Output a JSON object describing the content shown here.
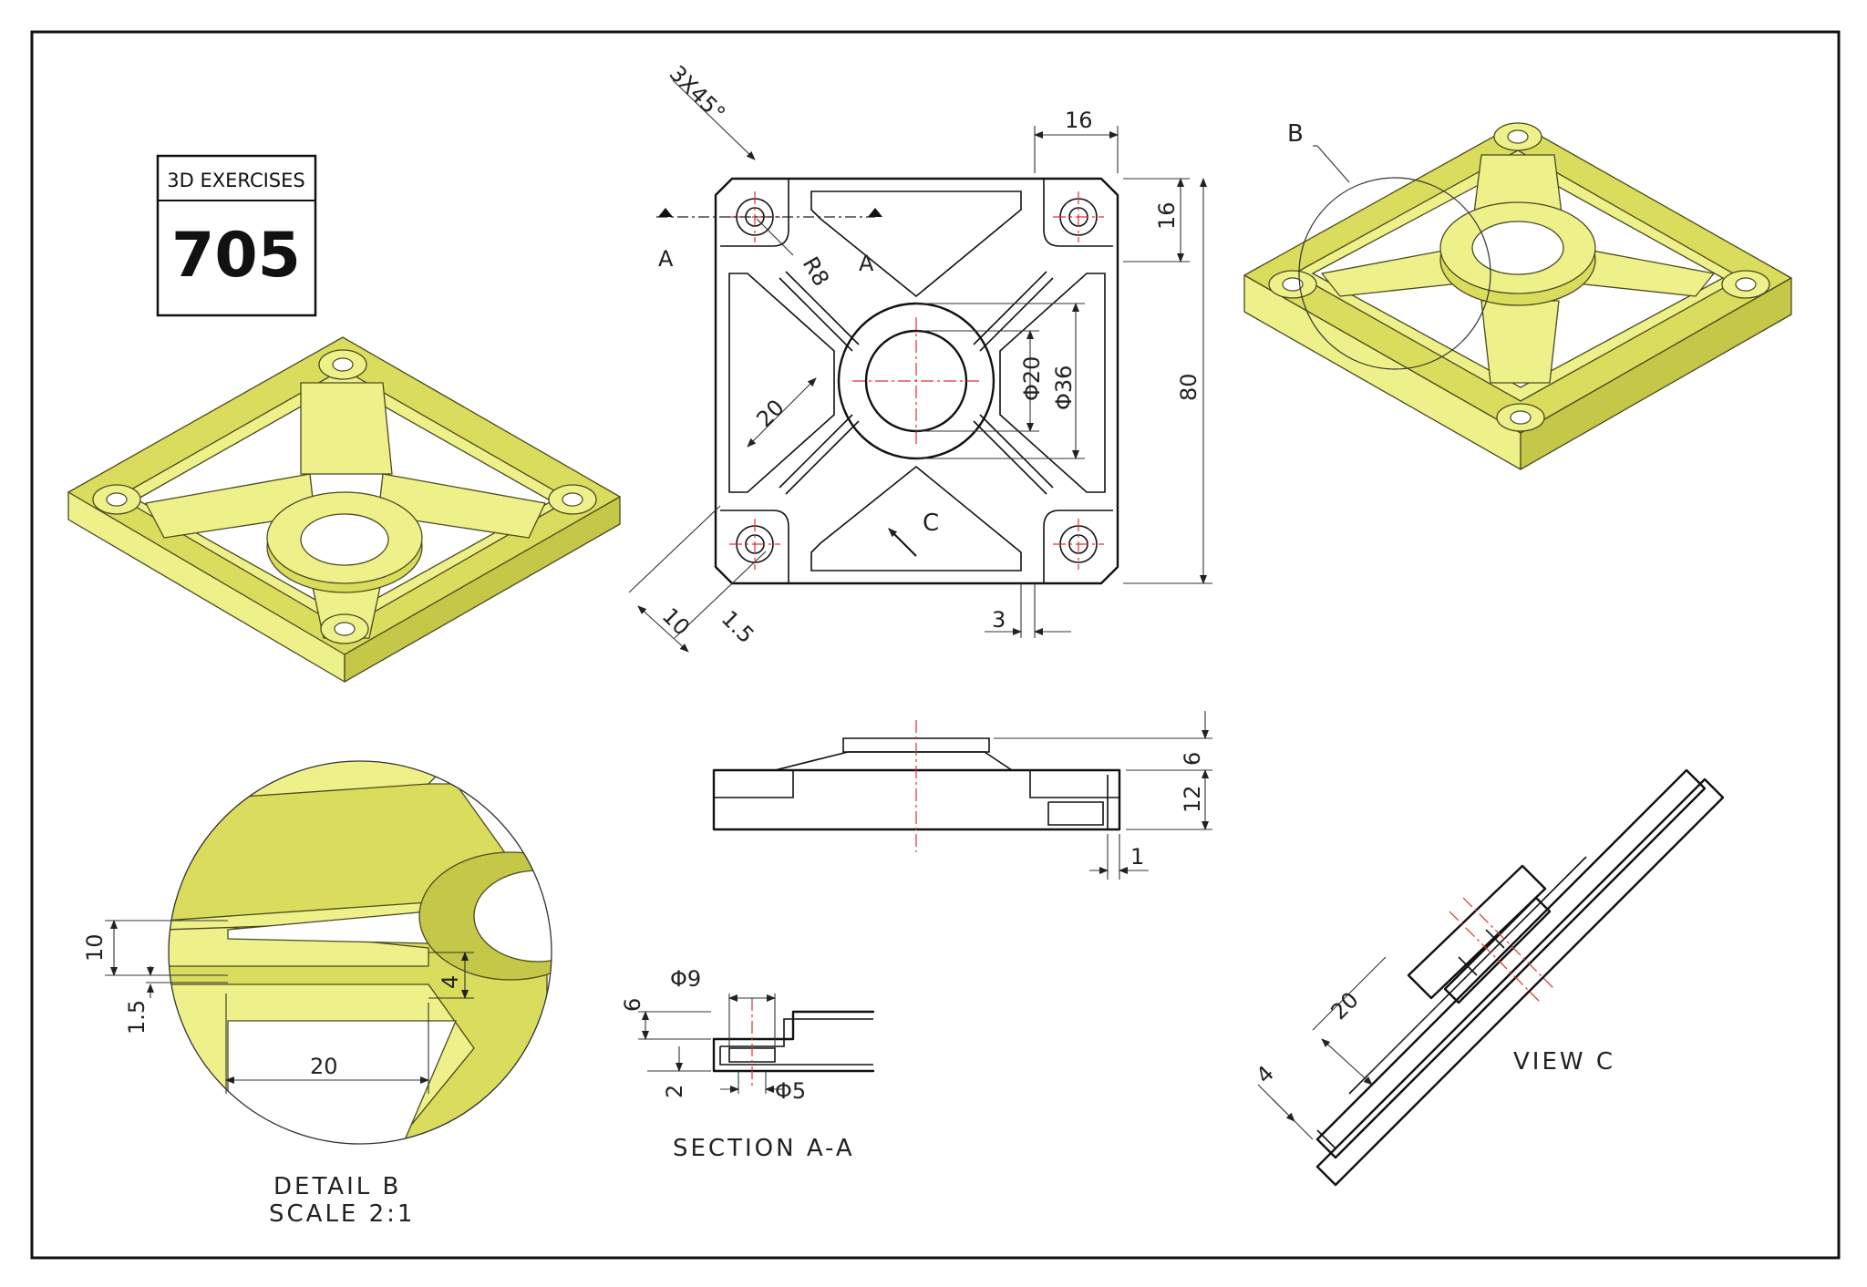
{
  "badge": {
    "title": "3D EXERCISES",
    "number": "705"
  },
  "top_view": {
    "dims": {
      "chamfer": "3X45°",
      "width_16": "16",
      "height_16": "16",
      "overall_80": "80",
      "radius": "R8",
      "dia_20": "Φ20",
      "dia_36": "Φ36",
      "rib_20": "20",
      "rib_10": "10",
      "rib_15": "1.5",
      "offset_3": "3"
    },
    "section_marks": [
      "A",
      "A"
    ],
    "view_arrow": "C"
  },
  "side_view": {
    "dims": {
      "h6": "6",
      "h12": "12",
      "t1": "1"
    }
  },
  "section": {
    "title": "SECTION A-A",
    "dims": {
      "d9": "Φ9",
      "d5": "Φ5",
      "h6": "6",
      "h2": "2"
    }
  },
  "detail": {
    "title": "DETAIL B",
    "scale": "SCALE 2:1",
    "letter": "B",
    "dims": {
      "d10": "10",
      "d15": "1.5",
      "d4": "4",
      "d20": "20"
    }
  },
  "view_c": {
    "title": "VIEW C",
    "dims": {
      "d20": "20",
      "d4": "4"
    }
  },
  "colors": {
    "model": "#eef08a",
    "edge": "#4a4a20",
    "center": "#e03030"
  }
}
